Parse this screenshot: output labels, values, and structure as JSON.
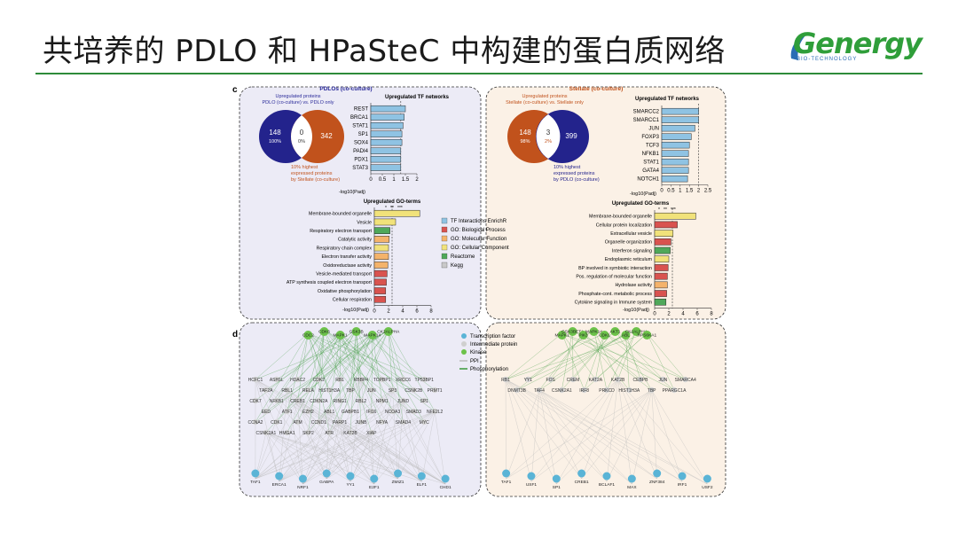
{
  "slide": {
    "title": "共培养的 PDLO 和 HPaSteC 中构建的蛋白质网络"
  },
  "logo": {
    "word": "Genergy",
    "sub": "BIO-TECHNOLOGY"
  },
  "panel_c": {
    "label": "c",
    "left": {
      "title": "PDLOs (co-culture)",
      "venn_caption_top": [
        "Upregulated proteins",
        "PDLO (co-culture) vs. PDLO only"
      ],
      "venn_left": {
        "count": "148",
        "pct": "100%"
      },
      "venn_mid": {
        "count": "0",
        "pct": "0%"
      },
      "venn_right": {
        "count": "342"
      },
      "venn_caption_bottom": [
        "10% highest",
        "expressed proteins",
        "by Stellate (co-culture)"
      ],
      "tf_title": "Upregulated TF networks",
      "tf_axis_label": "-log10(Padj)",
      "go_title": "Upregulated GO-terms",
      "go_axis_label": "-log10(Padj)"
    },
    "right": {
      "title": "Stellate (co-culture)",
      "venn_caption_top": [
        "Upregulated proteins",
        "Stellate (co-culture) vs. Stellate only"
      ],
      "venn_left": {
        "count": "148",
        "pct": "98%"
      },
      "venn_mid": {
        "count": "3",
        "pct": "2%"
      },
      "venn_right": {
        "count": "399"
      },
      "venn_caption_bottom": [
        "10% highest",
        "expressed proteins",
        "by PDLO (co-culture)"
      ],
      "tf_title": "Upregulated TF networks",
      "tf_axis_label": "-log10(Padj)",
      "go_title": "Upregulated GO-terms",
      "go_axis_label": "-log10(Padj)"
    },
    "legend": [
      "TF Interactions EnrichR",
      "GO: Biological Process",
      "GO: Molecular Function",
      "GO: Cellular Component",
      "Reactome",
      "Kegg"
    ],
    "significance": [
      "*",
      "**",
      "***"
    ]
  },
  "panel_d": {
    "label": "d",
    "legend": [
      "Transcription factor",
      "Intermediate protein",
      "Kinase",
      "PPI",
      "Phosphorylation"
    ],
    "left_kinases": [
      "CDC2",
      "CDK6",
      "MAPK1",
      "GSK3B",
      "MAPK14",
      "CK2ALPHA"
    ],
    "left_tfs": [
      "TAF1",
      "ERCA1",
      "NRF1",
      "GABPA",
      "YY1",
      "E2F1",
      "ZMIZ1",
      "ELF1",
      "CHD1"
    ],
    "left_inter": [
      "HCFC1",
      "ASH1L",
      "HDAC2",
      "CDK2",
      "RB1",
      "RBBP4",
      "TOPBP1",
      "XRCC6",
      "TP53BP1",
      "TAF2A",
      "RBL1",
      "RELA",
      "HIST1H3A",
      "TBP",
      "JUN",
      "SP3",
      "CSNK2B",
      "PRMT1",
      "CDK7",
      "NFKB1",
      "CREB1",
      "CDKN2A",
      "RING1",
      "RBL2",
      "NPM1",
      "JUND",
      "SP1",
      "EED",
      "ATF1",
      "EZH2",
      "ABL1",
      "GABPB1",
      "IFI16",
      "NCOA3",
      "SMAD3",
      "NFE2L2",
      "CCNA2",
      "CDK1",
      "ATM",
      "CCND1",
      "PARP1",
      "JUNB",
      "NFYA",
      "SMAD4",
      "MYC",
      "CSNK2A1",
      "HMGA1",
      "SKP2",
      "ATR",
      "KAT2B",
      "XIAP"
    ],
    "right_kinases": [
      "MAPK1",
      "GSK3BETA",
      "PIK3",
      "MAPK14",
      "CDK1",
      "AKT1",
      "ABL",
      "CK2ALPHA",
      "RPS6KA1"
    ],
    "right_tfs": [
      "TAF1",
      "USF1",
      "SP1",
      "CREB1",
      "BCLAF1",
      "MAX",
      "ZNF384",
      "IRF1",
      "USF2"
    ],
    "right_inter": [
      "RB1",
      "YY1",
      "FOS",
      "CREM",
      "KAT2A",
      "KAT2B",
      "CEBPB",
      "JUN",
      "SMARCA4",
      "DNMT3B",
      "TAF4",
      "CSNK2A1",
      "IRF8",
      "PRKCD",
      "HIST1H3A",
      "TBP",
      "PPARGC1A"
    ]
  },
  "chart_data": [
    {
      "type": "bar",
      "title": "Upregulated TF networks",
      "categories": [
        "REST",
        "BRCA1",
        "STAT1",
        "SP1",
        "SOX4",
        "PADI4",
        "PDX1",
        "STAT3"
      ],
      "values": [
        1.5,
        1.45,
        1.4,
        1.35,
        1.35,
        1.3,
        1.3,
        1.3
      ],
      "xlabel": "-log10(Padj)",
      "xlim": [
        0,
        2
      ],
      "xticks": [
        "0",
        "0.5",
        "1",
        "1.5",
        "2"
      ],
      "color": "#8fc3e3"
    },
    {
      "type": "bar",
      "title": "Upregulated GO-terms",
      "categories": [
        "Membrane-bounded organelle",
        "Vesicle",
        "Respiratory electron transport",
        "Catalytic activity",
        "Respiratory chain complex",
        "Electron transfer activity",
        "Oxidoreductase activity",
        "Vesicle-mediated transport",
        "ATP synthesis coupled electron transport",
        "Oxidative phosphorylation",
        "Cellular respiration"
      ],
      "values": [
        6.4,
        3.0,
        2.2,
        2.1,
        2.0,
        2.0,
        1.9,
        1.8,
        1.7,
        1.6,
        1.6
      ],
      "colors": [
        "#f1e27a",
        "#f1e27a",
        "#4fa85a",
        "#f4b36b",
        "#f1e27a",
        "#f4b36b",
        "#f4b36b",
        "#d9534f",
        "#d9534f",
        "#d9534f",
        "#d9534f"
      ],
      "xlabel": "-log10(Padj)",
      "xlim": [
        0,
        8
      ],
      "xticks": [
        "0",
        "2",
        "4",
        "6",
        "8"
      ]
    },
    {
      "type": "bar",
      "title": "Upregulated TF networks",
      "categories": [
        "SMARCC2",
        "SMARCC1",
        "JUN",
        "FOXP3",
        "TCF3",
        "NFKB1",
        "STAT1",
        "GATA4",
        "NOTCH1"
      ],
      "values": [
        2.0,
        2.0,
        1.8,
        1.6,
        1.5,
        1.45,
        1.45,
        1.45,
        1.4
      ],
      "xlabel": "-log10(Padj)",
      "xlim": [
        0,
        2.5
      ],
      "xticks": [
        "0",
        "0.5",
        "1",
        "1.5",
        "2",
        "2.5"
      ],
      "color": "#8fc3e3"
    },
    {
      "type": "bar",
      "title": "Upregulated GO-terms",
      "categories": [
        "Membrane-bounded organelle",
        "Cellular protein localization",
        "Extracellular vesicle",
        "Organelle organization",
        "Interferon signaling",
        "Endoplasmic reticulum",
        "BP involved in symbiotic interaction",
        "Pos. regulation of molecular function",
        "Hydrolase activity",
        "Phosphate-cont. metabolic process",
        "Cytokine signaling in Immune system"
      ],
      "values": [
        5.8,
        3.2,
        2.6,
        2.3,
        2.2,
        2.0,
        1.9,
        1.8,
        1.8,
        1.7,
        1.6
      ],
      "colors": [
        "#f1e27a",
        "#d9534f",
        "#f1e27a",
        "#d9534f",
        "#4fa85a",
        "#f1e27a",
        "#d9534f",
        "#d9534f",
        "#f4b36b",
        "#d9534f",
        "#4fa85a"
      ],
      "xlabel": "-log10(Padj)",
      "xlim": [
        0,
        8
      ],
      "xticks": [
        "0",
        "2",
        "4",
        "6",
        "8"
      ]
    }
  ]
}
